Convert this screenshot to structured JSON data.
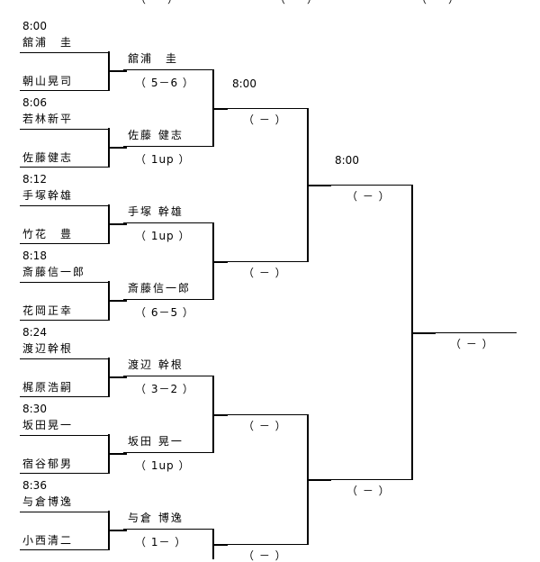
{
  "top_scores": [
    "（　　）",
    "（　　）",
    "（　　）"
  ],
  "matches": [
    {
      "time": "8:00",
      "p1": "舘浦　圭",
      "p2": "朝山晃司",
      "winner": "舘浦　圭",
      "score": "（ 5－6 ）"
    },
    {
      "time": "8:06",
      "p1": "若林新平",
      "p2": "佐藤健志",
      "winner": "佐藤 健志",
      "score": "（ 1up ）"
    },
    {
      "time": "8:12",
      "p1": "手塚幹雄",
      "p2": "竹花　豊",
      "winner": "手塚 幹雄",
      "score": "（ 1up ）"
    },
    {
      "time": "8:18",
      "p1": "斎藤信一郎",
      "p2": "花岡正幸",
      "winner": "斎藤信一郎",
      "score": "（ 6－5 ）"
    },
    {
      "time": "8:24",
      "p1": "渡辺幹根",
      "p2": "梶原浩嗣",
      "winner": "渡辺 幹根",
      "score": "（ 3－2 ）"
    },
    {
      "time": "8:30",
      "p1": "坂田晃一",
      "p2": "宿谷郁男",
      "winner": "坂田 晃一",
      "score": "（ 1up ）"
    },
    {
      "time": "8:36",
      "p1": "与倉博逸",
      "p2": "小西清二",
      "winner": "与倉 博逸",
      "score": "（ 1－ ）"
    }
  ],
  "round2": [
    {
      "time": "8:00",
      "score": "（ － ）"
    },
    {
      "time": "",
      "score": "（ － ）"
    },
    {
      "time": "",
      "score": "（ － ）"
    }
  ],
  "round3": [
    {
      "time": "8:00",
      "score": "（ － ）"
    },
    {
      "time": "",
      "score": "（ － ）"
    }
  ],
  "round4": [
    {
      "score": "（ － ）"
    }
  ]
}
